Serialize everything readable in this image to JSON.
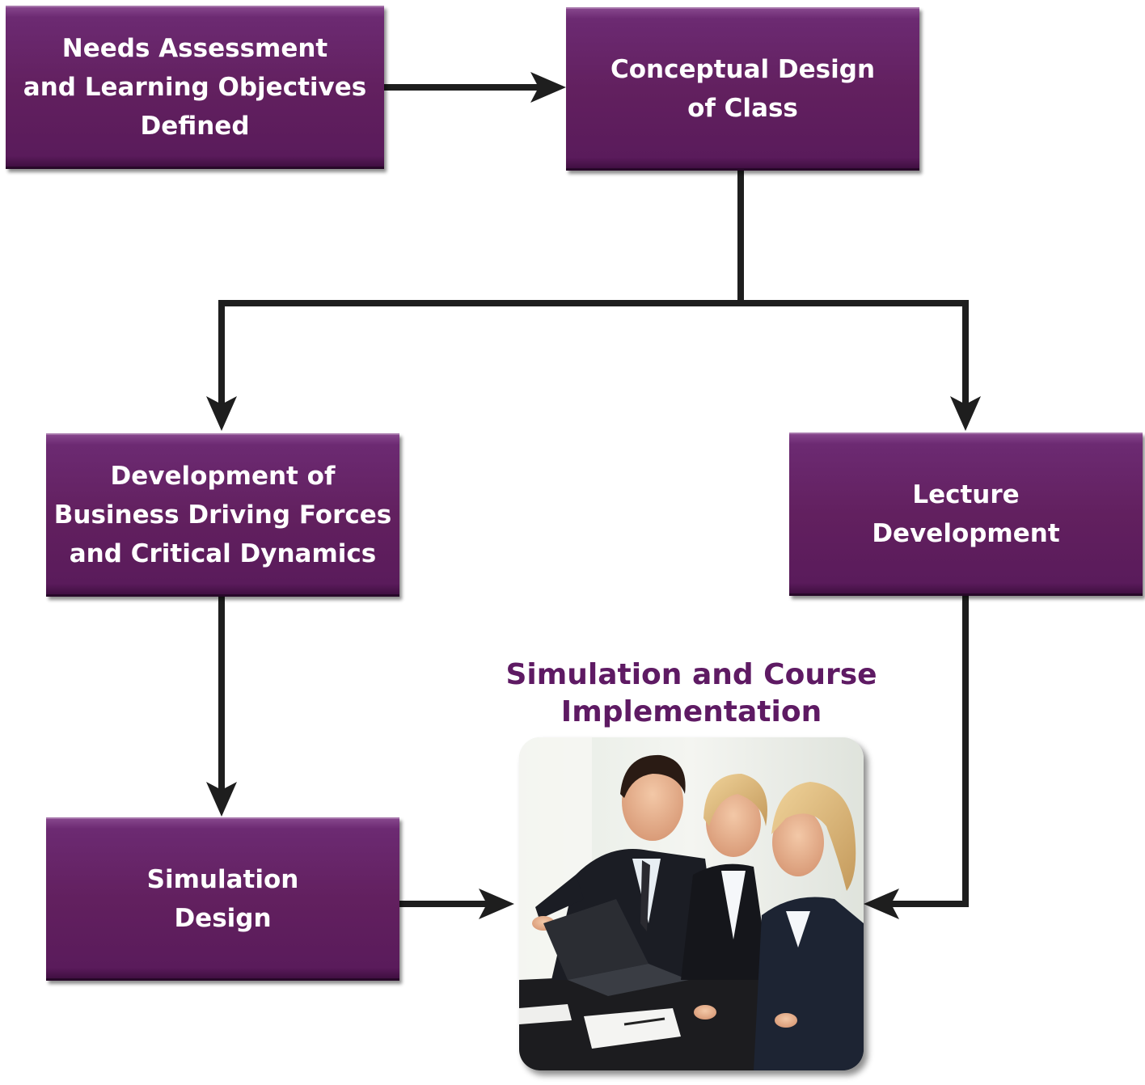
{
  "diagram": {
    "nodes": {
      "needs": "Needs Assessment\nand Learning Objectives\nDefined",
      "concept": "Conceptual Design\nof Class",
      "business": "Development of\nBusiness Driving Forces\nand Critical Dynamics",
      "lecture": "Lecture\nDevelopment",
      "simdesign": "Simulation\nDesign"
    },
    "implementation_title": "Simulation and Course\nImplementation",
    "edges": [
      {
        "from": "needs",
        "to": "concept"
      },
      {
        "from": "concept",
        "to": "business"
      },
      {
        "from": "concept",
        "to": "lecture"
      },
      {
        "from": "business",
        "to": "simdesign"
      },
      {
        "from": "simdesign",
        "to": "implementation"
      },
      {
        "from": "lecture",
        "to": "implementation"
      }
    ],
    "colors": {
      "box": "#62205f",
      "title": "#5e1a63",
      "arrow": "#1e1e1e"
    }
  }
}
